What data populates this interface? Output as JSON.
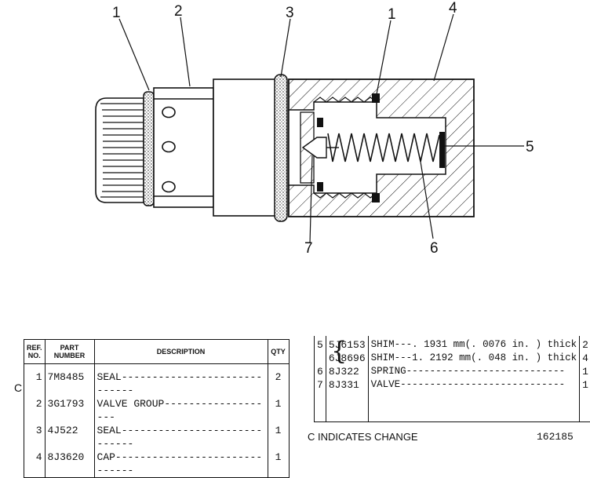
{
  "callouts": {
    "c1_left": "1",
    "c2": "2",
    "c3": "3",
    "c1_right": "1",
    "c4": "4",
    "c5": "5",
    "c6": "6",
    "c7": "7"
  },
  "left_table": {
    "headers": {
      "ref": "REF. NO.",
      "part": "PART NUMBER",
      "desc": "DESCRIPTION",
      "qty": "QTY"
    },
    "rows": [
      {
        "ref": "1",
        "part": "7M8485",
        "desc": "SEAL-----------------------------",
        "qty": "2"
      },
      {
        "ref": "2",
        "part": "3G1793",
        "desc": "VALVE GROUP-------------------",
        "qty": "1"
      },
      {
        "ref": "3",
        "part": "4J522",
        "desc": "SEAL-----------------------------",
        "qty": "1"
      },
      {
        "ref": "4",
        "part": "8J3620",
        "desc": "CAP------------------------------",
        "qty": "1"
      }
    ]
  },
  "change_mark": "C",
  "right_table": {
    "rows": [
      {
        "ref": "5",
        "part": "5J6153",
        "desc": "SHIM---. 1931 mm(. 0076 in. ) thick",
        "qty": "2"
      },
      {
        "ref": "",
        "part": "6J8696",
        "desc": "SHIM---1. 2192 mm(. 048 in. ) thick",
        "qty": "4"
      },
      {
        "ref": "6",
        "part": "8J322",
        "desc": "SPRING---------------------------",
        "qty": "1"
      },
      {
        "ref": "7",
        "part": "8J331",
        "desc": "VALVE----------------------------",
        "qty": "1"
      }
    ]
  },
  "footer": {
    "legend": "C INDICATES CHANGE",
    "figure_number": "162185"
  },
  "colors": {
    "ink": "#111111",
    "paper": "#ffffff"
  }
}
